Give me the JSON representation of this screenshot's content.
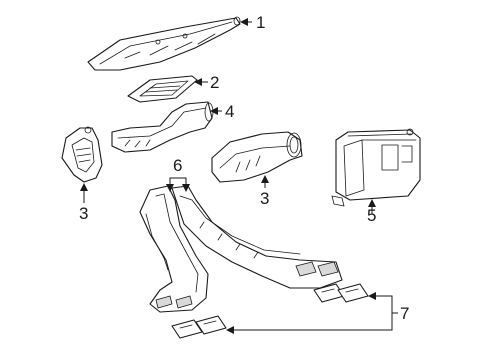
{
  "callouts": {
    "c1": "1",
    "c2": "2",
    "c3a": "3",
    "c3b": "3",
    "c4": "4",
    "c5": "5",
    "c6": "6",
    "c7": "7"
  },
  "parts": [
    {
      "callout": "1",
      "icon": "upper-duct-panel"
    },
    {
      "callout": "2",
      "icon": "defroster-nozzle-grille"
    },
    {
      "callout": "3",
      "icon": "side-vent-duct"
    },
    {
      "callout": "4",
      "icon": "center-duct"
    },
    {
      "callout": "5",
      "icon": "heater-box-connector"
    },
    {
      "callout": "6",
      "icon": "floor-ducts"
    },
    {
      "callout": "7",
      "icon": "floor-duct-outlets"
    }
  ],
  "colors": {
    "line": "#1a1a1a",
    "background": "#ffffff",
    "shade": "#d9d9d9"
  }
}
